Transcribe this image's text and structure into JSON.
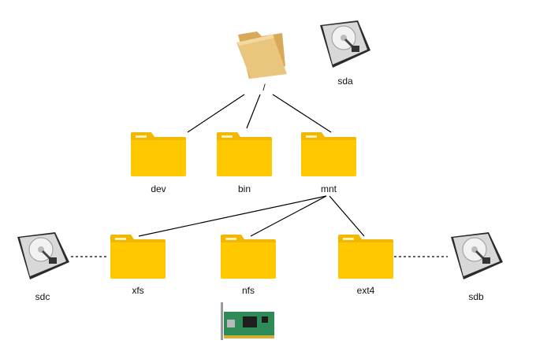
{
  "labels": {
    "root": "/",
    "sda": "sda",
    "dev": "dev",
    "bin": "bin",
    "mnt": "mnt",
    "xfs": "xfs",
    "nfs": "nfs",
    "ext4": "ext4",
    "sdc": "sdc",
    "sdb": "sdb"
  },
  "colors": {
    "folder_front": "#FFC800",
    "folder_back": "#F2B800",
    "folder_tab_slot": "#FFF1B8",
    "open_folder": "#E3BB6C",
    "line": "#000000"
  },
  "icons": {
    "root_folder": "open-folder-icon",
    "folders": "folder-icon",
    "disks": "hard-drive-icon",
    "network": "network-card-icon"
  }
}
